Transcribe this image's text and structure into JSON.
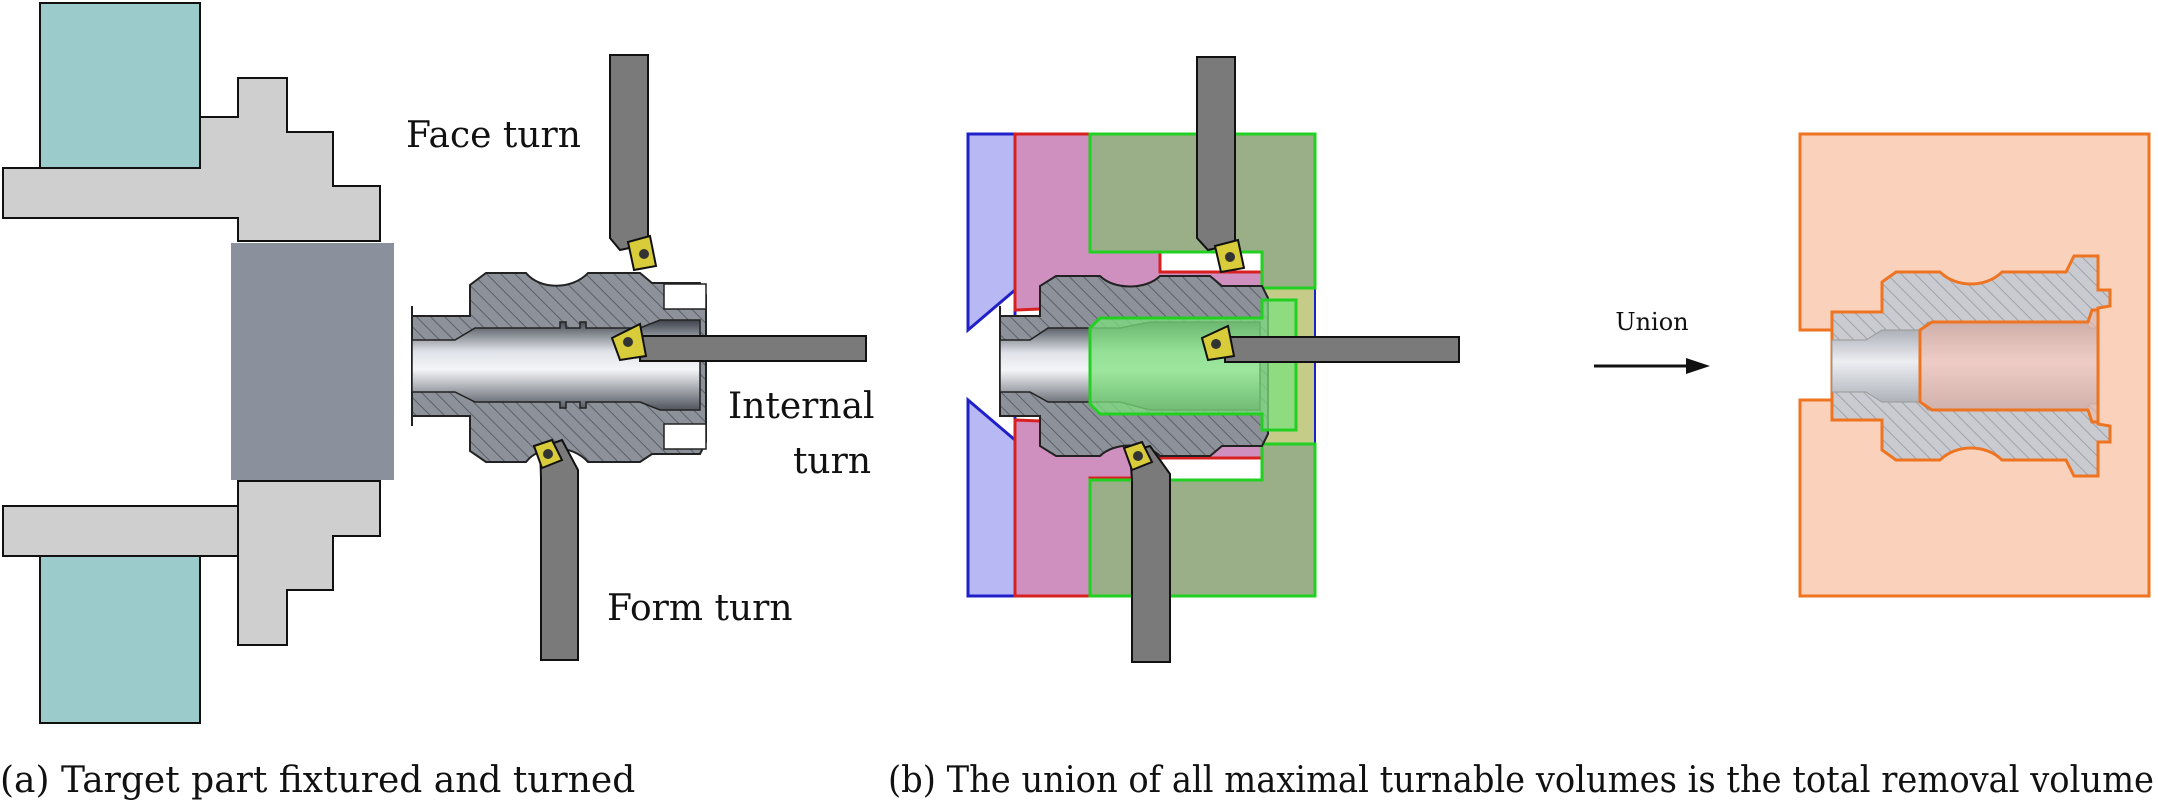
{
  "panel_a": {
    "labels": {
      "face_turn": "Face turn",
      "internal_turn_line1": "Internal",
      "internal_turn_line2": "turn",
      "form_turn": "Form turn"
    },
    "caption": "(a) Target part fixtured and turned"
  },
  "panel_b": {
    "arrow_label": "Union",
    "caption": "(b) The union of all maximal turnable volumes is the total removal volume"
  },
  "colors": {
    "chuck_jaw_teal": "#9ccbcb",
    "chuck_body_gray": "#cfcfcf",
    "fixture_block": "#8a909c",
    "tool_shank": "#7a7a7a",
    "insert_yellow": "#d8cc3a",
    "volume_blue": "#2020c8",
    "volume_red": "#d82020",
    "volume_green": "#22d022",
    "volume_olive": "#a8b43a",
    "union_orange": "#ee7422",
    "union_fill": "#fad2bc"
  }
}
